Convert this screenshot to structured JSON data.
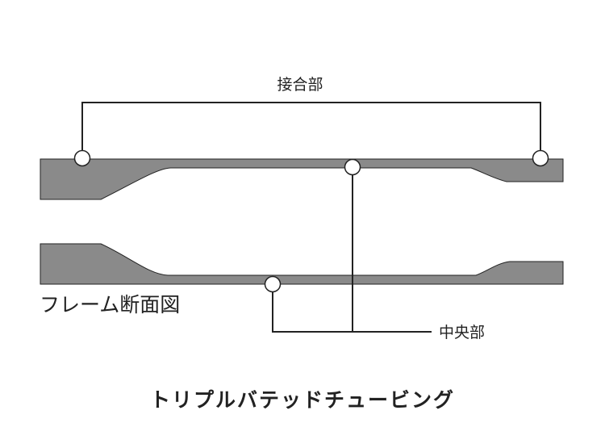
{
  "labels": {
    "joint": "接合部",
    "center": "中央部",
    "cross_section": "フレーム断面図",
    "title": "トリプルバテッドチュービング"
  },
  "colors": {
    "tube_fill": "#8a8a8a",
    "outline": "#222222",
    "marker_fill": "#ffffff"
  }
}
